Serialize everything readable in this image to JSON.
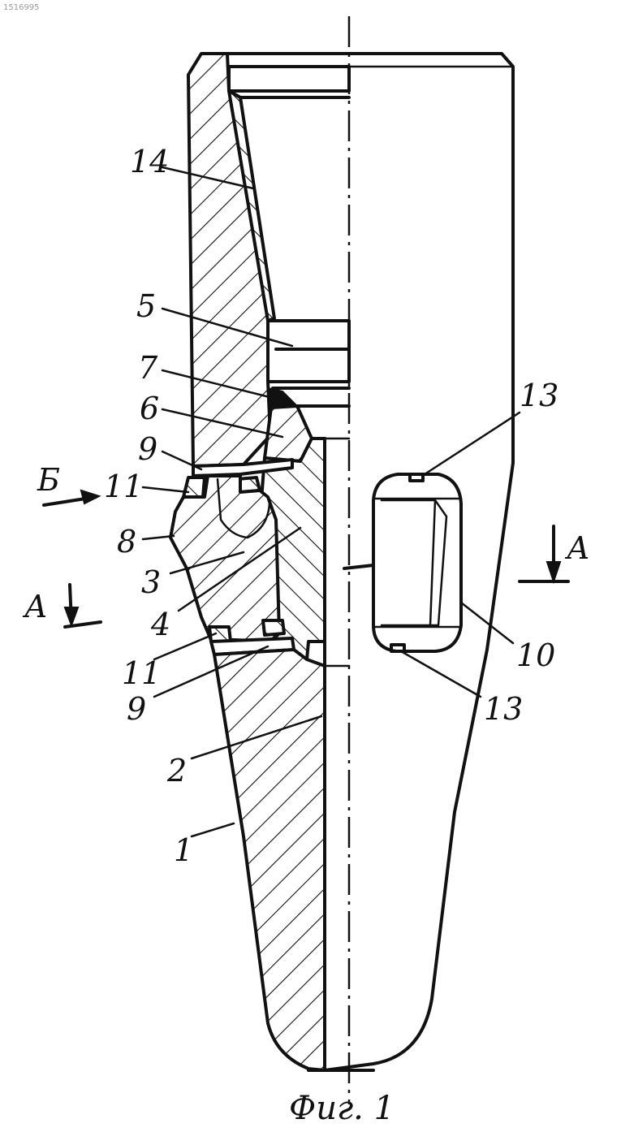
{
  "figure": {
    "caption": "Фиг. 1",
    "corner_id": "1516995"
  },
  "labels": {
    "n14": "14",
    "n5": "5",
    "n7": "7",
    "n6": "6",
    "n9_top": "9",
    "n11_top": "11",
    "n8": "8",
    "n3": "3",
    "n4": "4",
    "n11_bottom": "11",
    "n9_bottom": "9",
    "n2": "2",
    "n1": "1",
    "n13_top": "13",
    "n13_bottom": "13",
    "n10": "10",
    "view_b": "Б",
    "section_a_left": "А",
    "section_a_right": "А"
  },
  "colors": {
    "ink": "#111111",
    "paper": "#ffffff"
  }
}
